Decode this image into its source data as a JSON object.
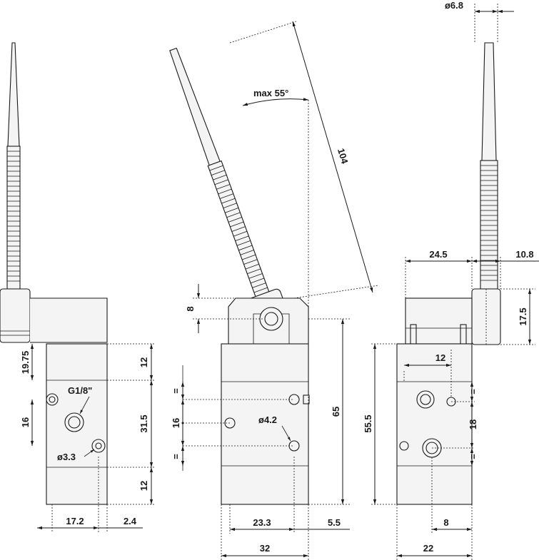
{
  "dimensions": {
    "left_view": {
      "d_19_75": "19.75",
      "port_label": "G1/8\"",
      "d_16": "16",
      "d_12_top": "12",
      "d_31_5": "31.5",
      "d_12_bottom": "12",
      "hole_label": "ø3.3",
      "d_17_2": "17.2",
      "d_2_4": "2.4"
    },
    "middle_view": {
      "angle_label": "max 55°",
      "lever_length": "104",
      "d_8": "8",
      "eq_top": "=",
      "d_16": "16",
      "eq_bottom": "=",
      "hole_label": "ø4.2",
      "d_65": "65",
      "d_23_3": "23.3",
      "d_5_5": "5.5",
      "d_32": "32"
    },
    "right_view": {
      "rod_dia": "ø6.8",
      "d_24_5": "24.5",
      "d_10_8": "10.8",
      "d_17_5": "17.5",
      "d_12": "12",
      "eq_top": "=",
      "d_18": "18",
      "eq_bottom": "=",
      "d_55_5": "55.5",
      "d_8": "8",
      "d_22": "22"
    }
  }
}
